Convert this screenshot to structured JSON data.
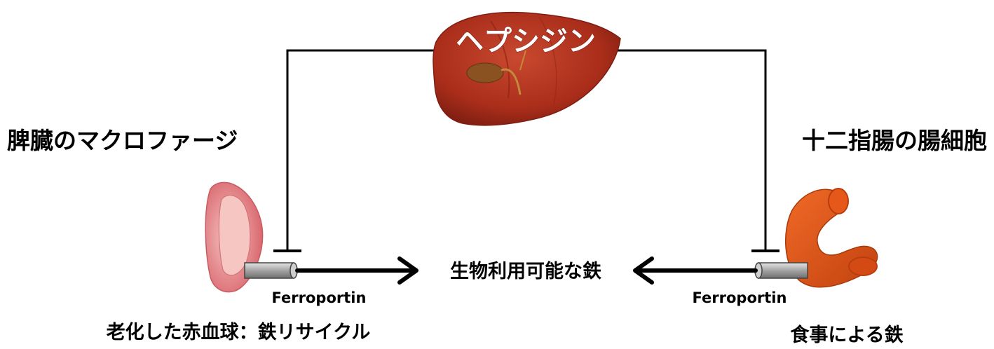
{
  "hepcidin": "ヘプシジン",
  "left_title": "脾臓のマクロファージ",
  "right_title": "十二指腸の腸細胞",
  "center_label": "生物利用可能な鉄",
  "transporter_left": "Ferroportin",
  "transporter_right": "Ferroportin",
  "bottom_left": "老化した赤血球：鉄リサイクル",
  "bottom_right": "食事による鉄",
  "colors": {
    "liver": "#b3331f",
    "liver_dark": "#7e1e12",
    "gallbladder": "#8a5220",
    "macrophage": "#e7878c",
    "macrophage_inner": "#f3b6b4",
    "duodenum": "#e6571a",
    "duodenum_dark": "#b93d0e",
    "ferroportin": "#a9a9a9",
    "line": "#000000"
  },
  "icons": {
    "liver": "liver-icon",
    "macrophage": "macrophage-cell-icon",
    "duodenum": "duodenum-icon"
  }
}
